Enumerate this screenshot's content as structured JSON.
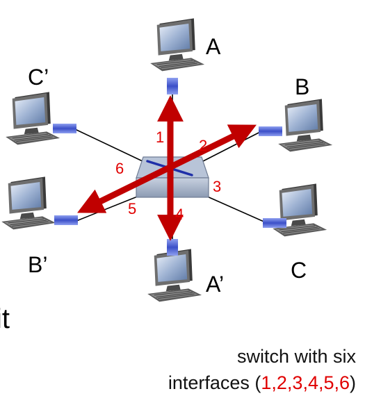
{
  "hosts": [
    {
      "id": "A",
      "label": "A"
    },
    {
      "id": "B",
      "label": "B"
    },
    {
      "id": "C",
      "label": "C"
    },
    {
      "id": "A_prime",
      "label": "A’"
    },
    {
      "id": "B_prime",
      "label": "B’"
    },
    {
      "id": "C_prime",
      "label": "C’"
    }
  ],
  "interfaces": [
    "1",
    "2",
    "3",
    "4",
    "5",
    "6"
  ],
  "partial_text": "it",
  "caption": {
    "line1": "switch with six",
    "line2_prefix": "interfaces (",
    "line2_numbers": "1,2,3,4,5,6",
    "line2_suffix": ")"
  },
  "colors": {
    "arrow": "#c00000",
    "interface_label": "#e00000",
    "switch_body": "#a9b7cc",
    "switch_x": "#1f2fa8",
    "connector": "#5b6fd6"
  }
}
